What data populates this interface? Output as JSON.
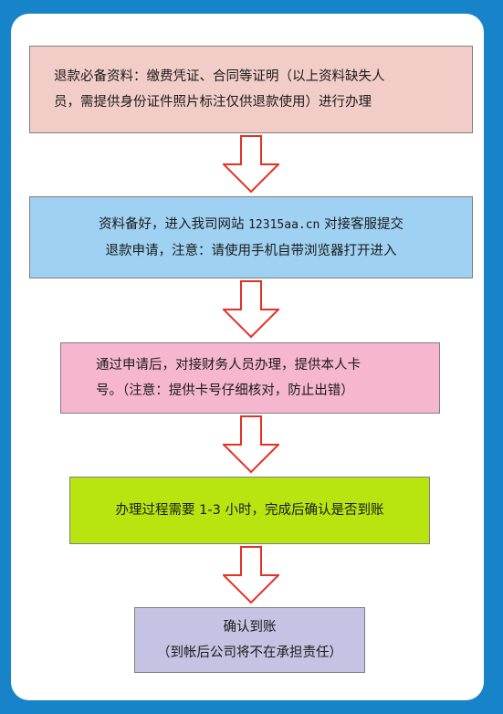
{
  "steps": [
    {
      "lines": [
        "退款必备资料：缴费凭证、合同等证明（以上资料缺失人",
        "员，需提供身份证件照片标注仅供退款使用）进行办理"
      ],
      "color": "#f2cdc8"
    },
    {
      "line1_prefix": "资料备好，进入我司网站 ",
      "line1_site": "12315aa.cn",
      "line1_suffix": " 对接客服提交",
      "line2": "退款申请，注意：请使用手机自带浏览器打开进入",
      "color": "#9fd1f2"
    },
    {
      "lines": [
        "通过申请后，对接财务人员办理，提供本人卡",
        "号。（注意：提供卡号仔细核对，防止出错）"
      ],
      "color": "#f7b6d0"
    },
    {
      "lines": [
        "办理过程需要 1-3 小时，完成后确认是否到账"
      ],
      "color": "#b8e510"
    },
    {
      "lines": [
        "确认到账",
        "（到帐后公司将不在承担责任）"
      ],
      "color": "#c6c2e3"
    }
  ],
  "colors": {
    "background": "#1783c8",
    "card": "#ffffff",
    "arrow_stroke": "#e53023",
    "box_border": "#7f7f7f"
  },
  "icons": {
    "arrow": "down-arrow-icon"
  }
}
